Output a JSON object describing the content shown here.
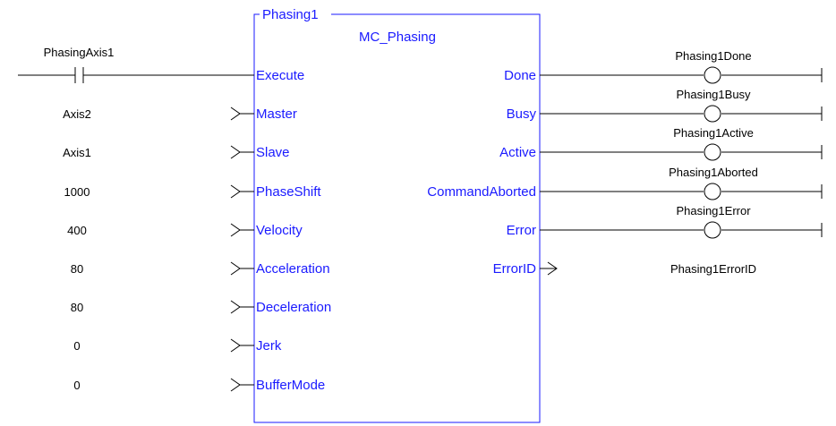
{
  "block": {
    "instance_name": "Phasing1",
    "type_name": "MC_Phasing"
  },
  "inputs": [
    {
      "pin": "Execute",
      "value": "PhasingAxis1",
      "kind": "contact"
    },
    {
      "pin": "Master",
      "value": "Axis2",
      "kind": "value"
    },
    {
      "pin": "Slave",
      "value": "Axis1",
      "kind": "value"
    },
    {
      "pin": "PhaseShift",
      "value": "1000",
      "kind": "value"
    },
    {
      "pin": "Velocity",
      "value": "400",
      "kind": "value"
    },
    {
      "pin": "Acceleration",
      "value": "80",
      "kind": "value"
    },
    {
      "pin": "Deceleration",
      "value": "80",
      "kind": "value"
    },
    {
      "pin": "Jerk",
      "value": "0",
      "kind": "value"
    },
    {
      "pin": "BufferMode",
      "value": "0",
      "kind": "value"
    }
  ],
  "outputs": [
    {
      "pin": "Done",
      "value": "Phasing1Done",
      "kind": "coil"
    },
    {
      "pin": "Busy",
      "value": "Phasing1Busy",
      "kind": "coil"
    },
    {
      "pin": "Active",
      "value": "Phasing1Active",
      "kind": "coil"
    },
    {
      "pin": "CommandAborted",
      "value": "Phasing1Aborted",
      "kind": "coil"
    },
    {
      "pin": "Error",
      "value": "Phasing1Error",
      "kind": "coil"
    },
    {
      "pin": "ErrorID",
      "value": "Phasing1ErrorID",
      "kind": "value"
    }
  ],
  "colors": {
    "pin_text": "#1a1aff",
    "block_border": "#1a1aff",
    "wire": "#000000",
    "label": "#000000"
  },
  "icons": {
    "input_arrow": "input-arrow-icon",
    "output_arrow": "output-arrow-icon",
    "contact": "contact-icon",
    "coil": "coil-icon"
  }
}
